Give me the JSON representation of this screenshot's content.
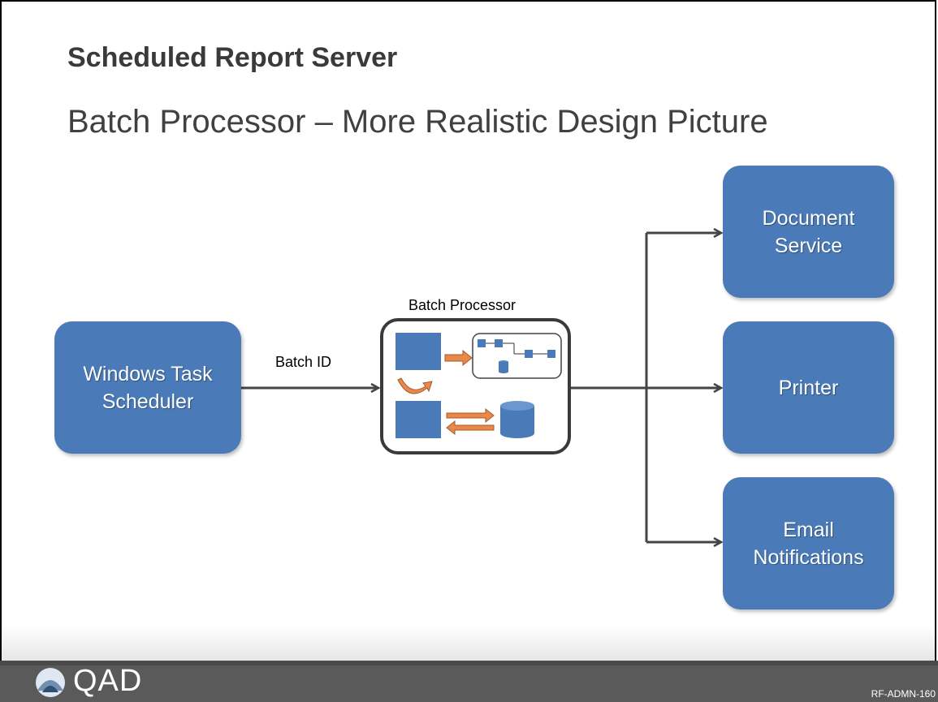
{
  "slide": {
    "title": "Scheduled Report Server",
    "subtitle": "Batch Processor – More Realistic Design Picture"
  },
  "diagram": {
    "scheduler_label": "Windows Task\nScheduler",
    "arrow_label": "Batch ID",
    "processor_label": "Batch Processor",
    "outputs": [
      {
        "label": "Document\nService"
      },
      {
        "label": "Printer"
      },
      {
        "label": "Email\nNotifications"
      }
    ]
  },
  "footer": {
    "logo_text": "QAD",
    "slide_code": "RF-ADMN-160"
  },
  "colors": {
    "box_fill": "#4a7ab8",
    "arrow_orange": "#e8894a",
    "line_gray": "#444444"
  }
}
